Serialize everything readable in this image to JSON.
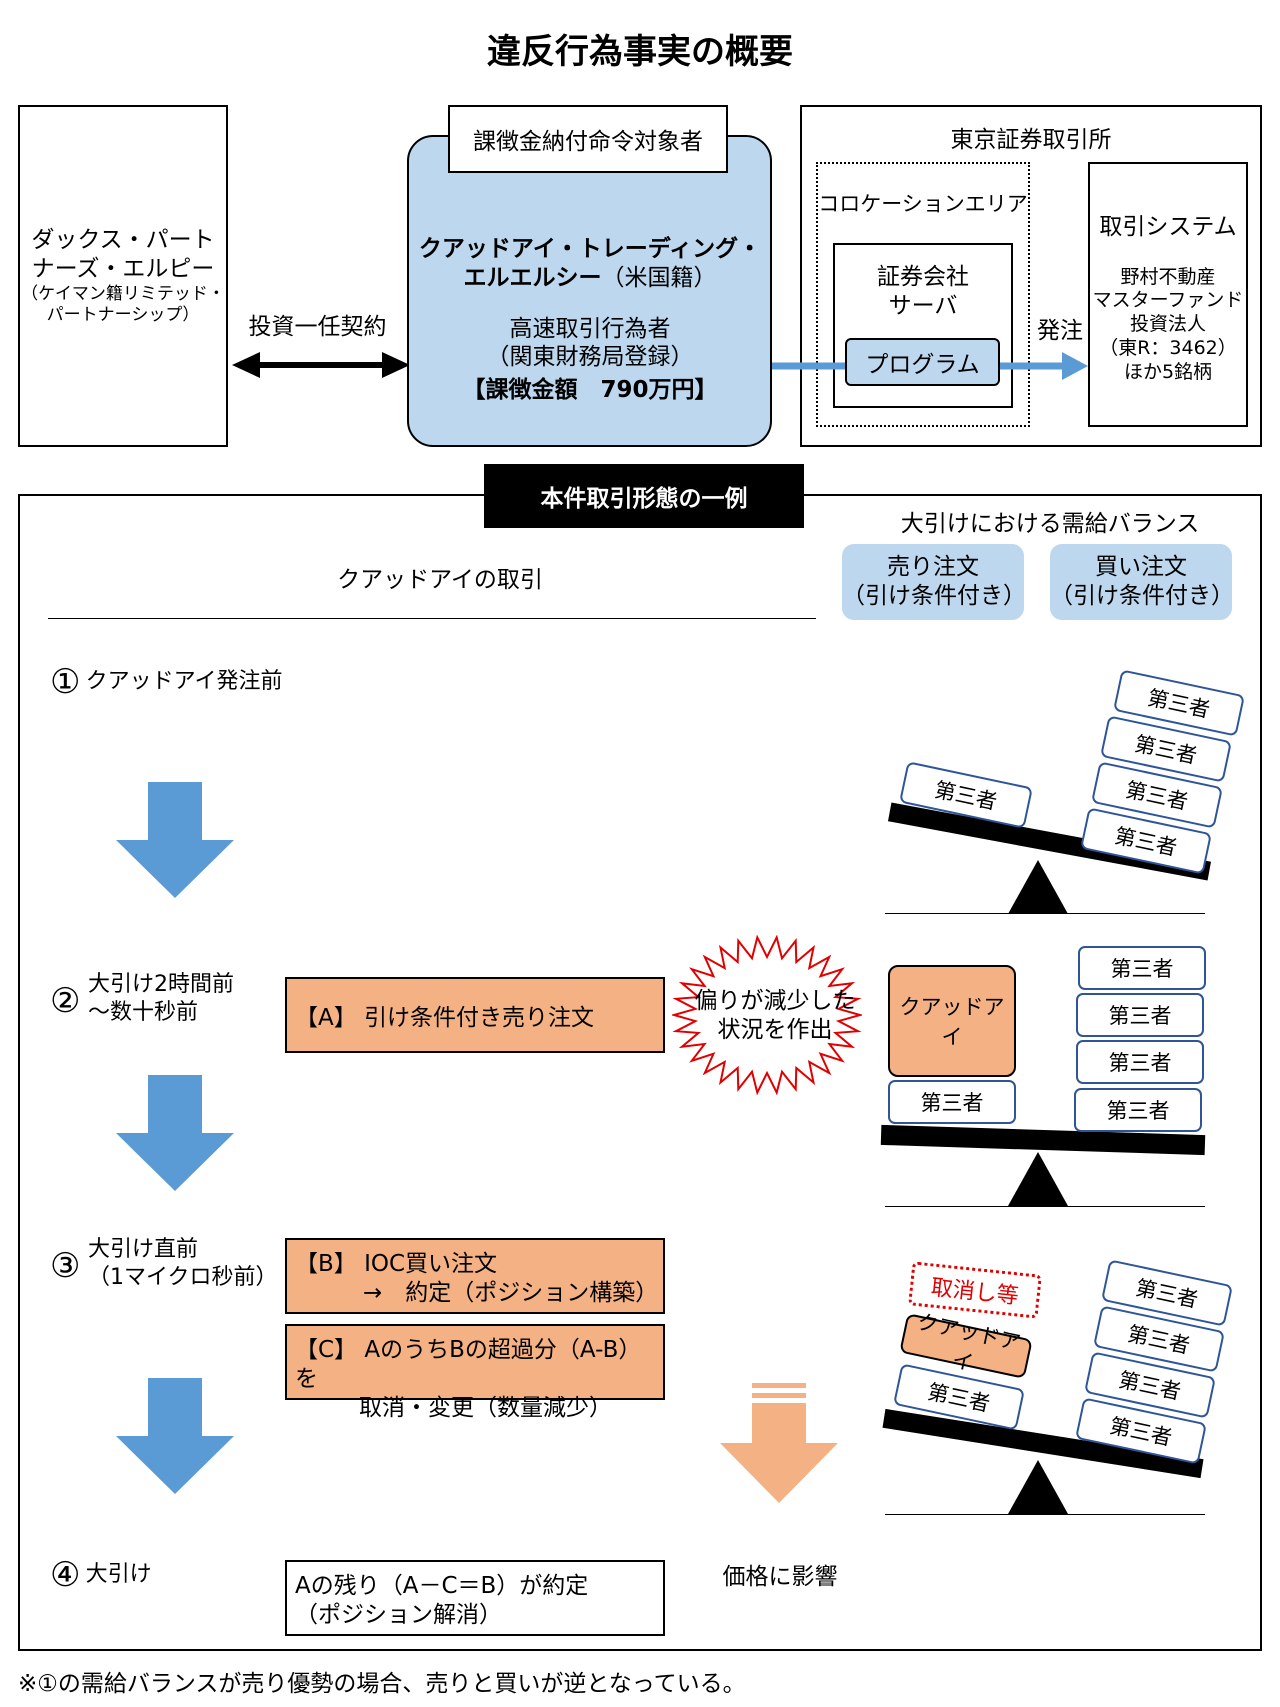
{
  "title": "違反行為事実の概要",
  "top": {
    "left_entity": {
      "name_line1": "ダックス・パート",
      "name_line2": "ナーズ・エルピー",
      "sub_line1": "（ケイマン籍リミテッド・",
      "sub_line2": "パートナーシップ）"
    },
    "contract_label": "投資一任契約",
    "center_header": "課徴金納付命令対象者",
    "center_entity": {
      "name_line1": "クアッドアイ・トレーディング・",
      "name_line2": "エルエルシー",
      "nationality": "（米国籍）",
      "role_line1": "高速取引行為者",
      "role_line2": "（関東財務局登録）",
      "penalty": "【課徴金額　790万円】"
    },
    "exchange": {
      "title": "東京証券取引所",
      "colocation_label": "コロケーションエリア",
      "server_line1": "証券会社",
      "server_line2": "サーバ",
      "program_label": "プログラム",
      "order_label": "発注",
      "system_title": "取引システム",
      "system_detail_line1": "野村不動産",
      "system_detail_line2": "マスターファンド",
      "system_detail_line3": "投資法人",
      "system_detail_line4": "（東R：3462）",
      "system_detail_line5": "ほか5銘柄"
    }
  },
  "bottom": {
    "section_title": "本件取引形態の一例",
    "left_header": "クアッドアイの取引",
    "right_header": "大引けにおける需給バランス",
    "sell_label_line1": "売り注文",
    "sell_label_line2": "（引け条件付き）",
    "buy_label_line1": "買い注文",
    "buy_label_line2": "（引け条件付き）",
    "steps": [
      {
        "num": "①",
        "label_line1": "クアッドアイ発注前",
        "label_line2": ""
      },
      {
        "num": "②",
        "label_line1": "大引け2時間前",
        "label_line2": "～数十秒前"
      },
      {
        "num": "③",
        "label_line1": "大引け直前",
        "label_line2": "（1マイクロ秒前）"
      },
      {
        "num": "④",
        "label_line1": "大引け",
        "label_line2": ""
      }
    ],
    "action_A": "【A】 引け条件付き売り注文",
    "action_B_line1": "【B】 IOC買い注文",
    "action_B_line2": "→　約定（ポジション構築）",
    "action_C_line1": "【C】 AのうちBの超過分（A-B）を",
    "action_C_line2": "取消・変更（数量減少）",
    "action_D_line1": "Aの残り（A－C＝B）が約定",
    "action_D_line2": "（ポジション解消）",
    "burst_line1": "偏りが減少した",
    "burst_line2": "状況を作出",
    "price_effect": "価格に影響",
    "third_party": "第三者",
    "quadeye": "クアッドアイ",
    "cancel_label": "取消し等"
  },
  "footnote": "※①の需給バランスが売り優勢の場合、売りと買いが逆となっている。",
  "colors": {
    "light_blue": "#bdd7ee",
    "orange": "#f4b183",
    "arrow_blue": "#5b9bd5",
    "arrow_orange": "#f4b183",
    "tag_border": "#2e5597",
    "cancel_red": "#e00000"
  }
}
